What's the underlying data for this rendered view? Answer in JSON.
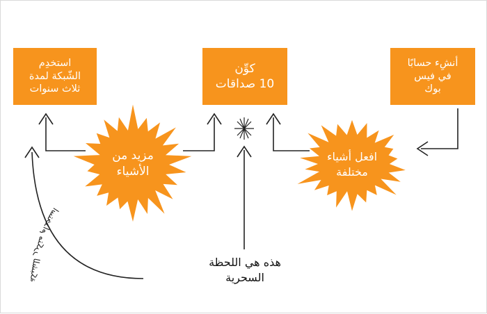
{
  "colors": {
    "accent": "#f7941d",
    "line": "#222222",
    "text_on_accent": "#ffffff"
  },
  "boxes": {
    "left": "استخدِم\nالشّبكة لمدة\nثلاث سنوات",
    "center": "كوِّن\n10 صداقات",
    "right": "أنشِء حسابًا\nفي فيس\nبوك"
  },
  "bursts": {
    "left": "مزيد من\nالأشياء",
    "right": "افعل أشياء\nمختلفة"
  },
  "caption": "هذه هي اللحظة\nالسحرية",
  "curve_label": "استخدام متكرر للشبكة"
}
